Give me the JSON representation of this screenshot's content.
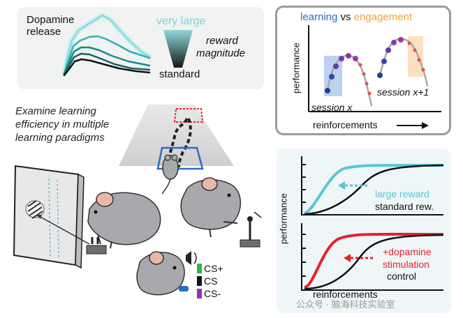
{
  "dopamine_panel": {
    "title_line1": "Dopamine",
    "title_line2": "release",
    "very_large": "very large",
    "reward_line1": "reward",
    "reward_line2": "magnitude",
    "standard": "standard",
    "colors": {
      "very_large": "#7fd4d6",
      "standard": "#111111"
    }
  },
  "learning_panel": {
    "title_learning": "learning",
    "title_vs": " vs ",
    "title_engagement": "engagement",
    "ylabel": "performance",
    "session_x": "session x",
    "session_x1": "session x+1",
    "xlabel": "reinforcements",
    "colors": {
      "learning": "#2a6cc7",
      "engagement": "#f3a03a"
    }
  },
  "paradigm_text": {
    "line1": "Examine learning",
    "line2": "efficiency in multiple",
    "line3": "learning paradigms"
  },
  "cs_legend": {
    "cs_plus": "CS+",
    "cs": "CS",
    "cs_minus": "CS-",
    "colors": {
      "cs_plus": "#2fb34a",
      "cs": "#111111",
      "cs_minus": "#9b2fb3"
    }
  },
  "curves_panel": {
    "ylabel": "performance",
    "large_reward": "large reward",
    "standard_rew": "standard rew.",
    "dopamine_line1": "+dopamine",
    "dopamine_line2": "stimulation",
    "control": "control",
    "xlabel": "reinforcements",
    "colors": {
      "large_reward": "#5bc4d4",
      "dopamine": "#e8202a"
    }
  },
  "watermark": "公众号 · 脑海科技实验室"
}
